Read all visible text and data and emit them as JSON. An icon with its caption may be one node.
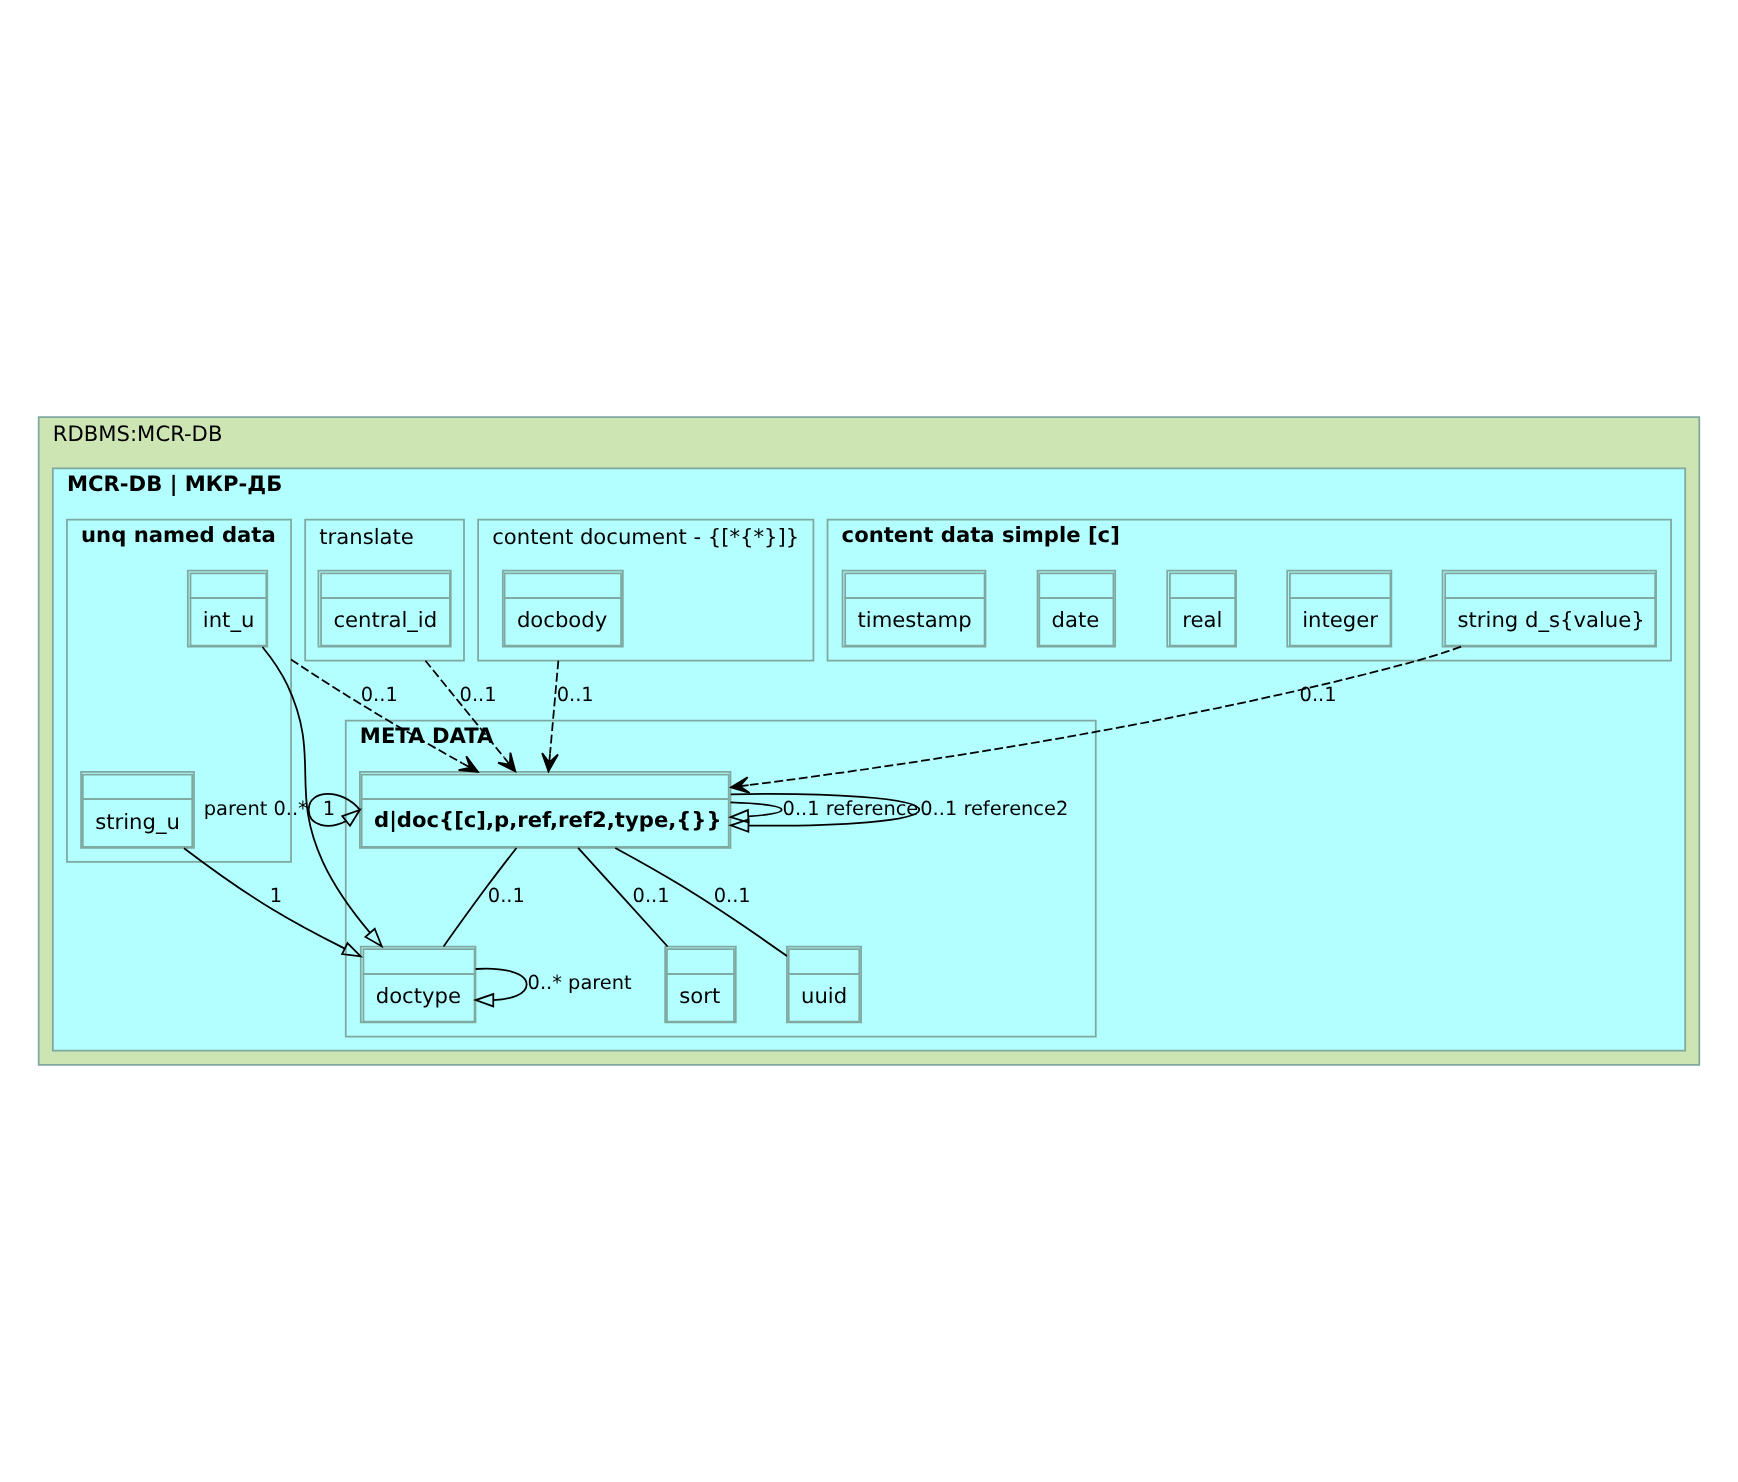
{
  "diagram": {
    "nodes": [
      {
        "text": [
          "RDBMS:MCR-DB"
        ]
      },
      {
        "text": [
          "MCR-DB | МКР-ДБ"
        ],
        "in": 0
      },
      {
        "text": [
          "content data simple [c]"
        ],
        "in": 1
      },
      {
        "text": [
          "string d_s{value}"
        ],
        "in": 2
      },
      {
        "text": [
          "integer"
        ],
        "in": 2
      },
      {
        "text": [
          "real"
        ],
        "in": 2
      },
      {
        "text": [
          "date"
        ],
        "in": 2
      },
      {
        "text": [
          "timestamp"
        ],
        "in": 2
      },
      {
        "text": [
          "META DATA"
        ],
        "in": 1
      },
      {
        "text": [
          "d|doc{[c],p,ref,ref2,type,{}}"
        ],
        "in": 8
      },
      {
        "text": [
          "sort"
        ],
        "in": 8
      },
      {
        "text": [
          "uuid"
        ],
        "in": 8
      },
      {
        "text": [
          "doctype"
        ],
        "in": 8
      },
      {
        "text": [
          "content document - {[*{*}]}"
        ],
        "in": 1
      },
      {
        "text": [
          "docbody"
        ],
        "in": 13
      },
      {
        "text": [
          "translate"
        ],
        "in": 1
      },
      {
        "text": [
          "central_id"
        ],
        "in": 15
      },
      {
        "text": [
          "unq named data"
        ],
        "in": 1
      },
      {
        "text": [
          "int_u"
        ],
        "in": 17
      },
      {
        "text": [
          "string_u"
        ],
        "in": 17
      }
    ],
    "edges": [
      {
        "from": 9,
        "to": 9,
        "arrow": "to",
        "label": "parent 0..*"
      },
      {
        "from": 9,
        "to": 9,
        "arrow": "to",
        "label": "0..1 reference"
      },
      {
        "from": 9,
        "to": 9,
        "arrow": "to",
        "label": "0..1 reference2"
      },
      {
        "from": 3,
        "to": 9,
        "arrow": "to",
        "label": "0..1",
        "style": "dashed"
      },
      {
        "from": 13,
        "to": 9,
        "arrow": "to",
        "label": "0..1",
        "style": "dashed"
      },
      {
        "from": 9,
        "to": 10,
        "arrow": "none",
        "label": "0..1"
      },
      {
        "from": 15,
        "to": 9,
        "arrow": "to",
        "label": "0..1",
        "style": "dashed"
      },
      {
        "from": 9,
        "to": 11,
        "arrow": "none",
        "label": "0..1"
      },
      {
        "from": 17,
        "to": 9,
        "arrow": "to",
        "label": "0..1",
        "style": "dashed"
      },
      {
        "from": 9,
        "to": 12,
        "arrow": "none",
        "label": "0..1"
      },
      {
        "from": 12,
        "to": 12,
        "arrow": "to",
        "label": "0..* parent"
      },
      {
        "from": 18,
        "to": 12,
        "arrow": "to",
        "label": "1"
      },
      {
        "from": 19,
        "to": 12,
        "arrow": "to",
        "label": "1"
      }
    ]
  }
}
